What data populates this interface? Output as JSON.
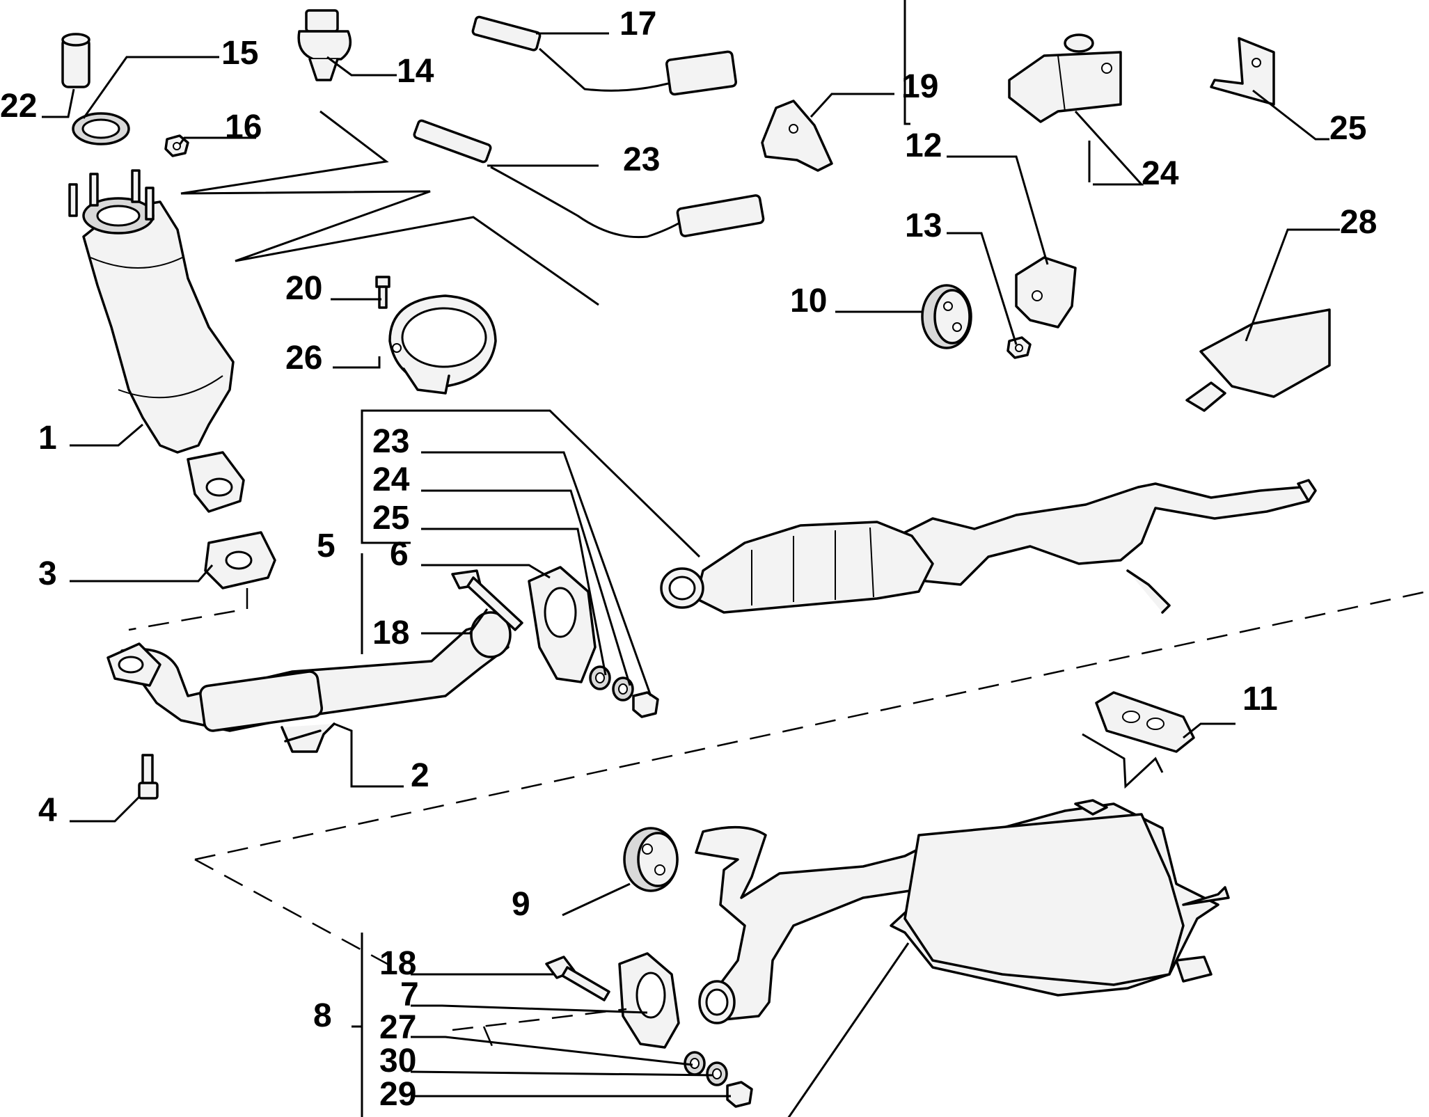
{
  "callouts": {
    "c1": "1",
    "c2": "2",
    "c3": "3",
    "c4": "4",
    "c5": "5",
    "c6": "6",
    "c7": "7",
    "c8": "8",
    "c9": "9",
    "c10": "10",
    "c11": "11",
    "c12": "12",
    "c13": "13",
    "c14": "14",
    "c15": "15",
    "c16": "16",
    "c17": "17",
    "c18a": "18",
    "c18b": "18",
    "c19": "19",
    "c20": "20",
    "c22": "22",
    "c23a": "23",
    "c23b": "23",
    "c24a": "24",
    "c24b": "24",
    "c25a": "25",
    "c25b": "25",
    "c26": "26",
    "c27": "27",
    "c28": "28",
    "c29": "29",
    "c30": "30"
  }
}
